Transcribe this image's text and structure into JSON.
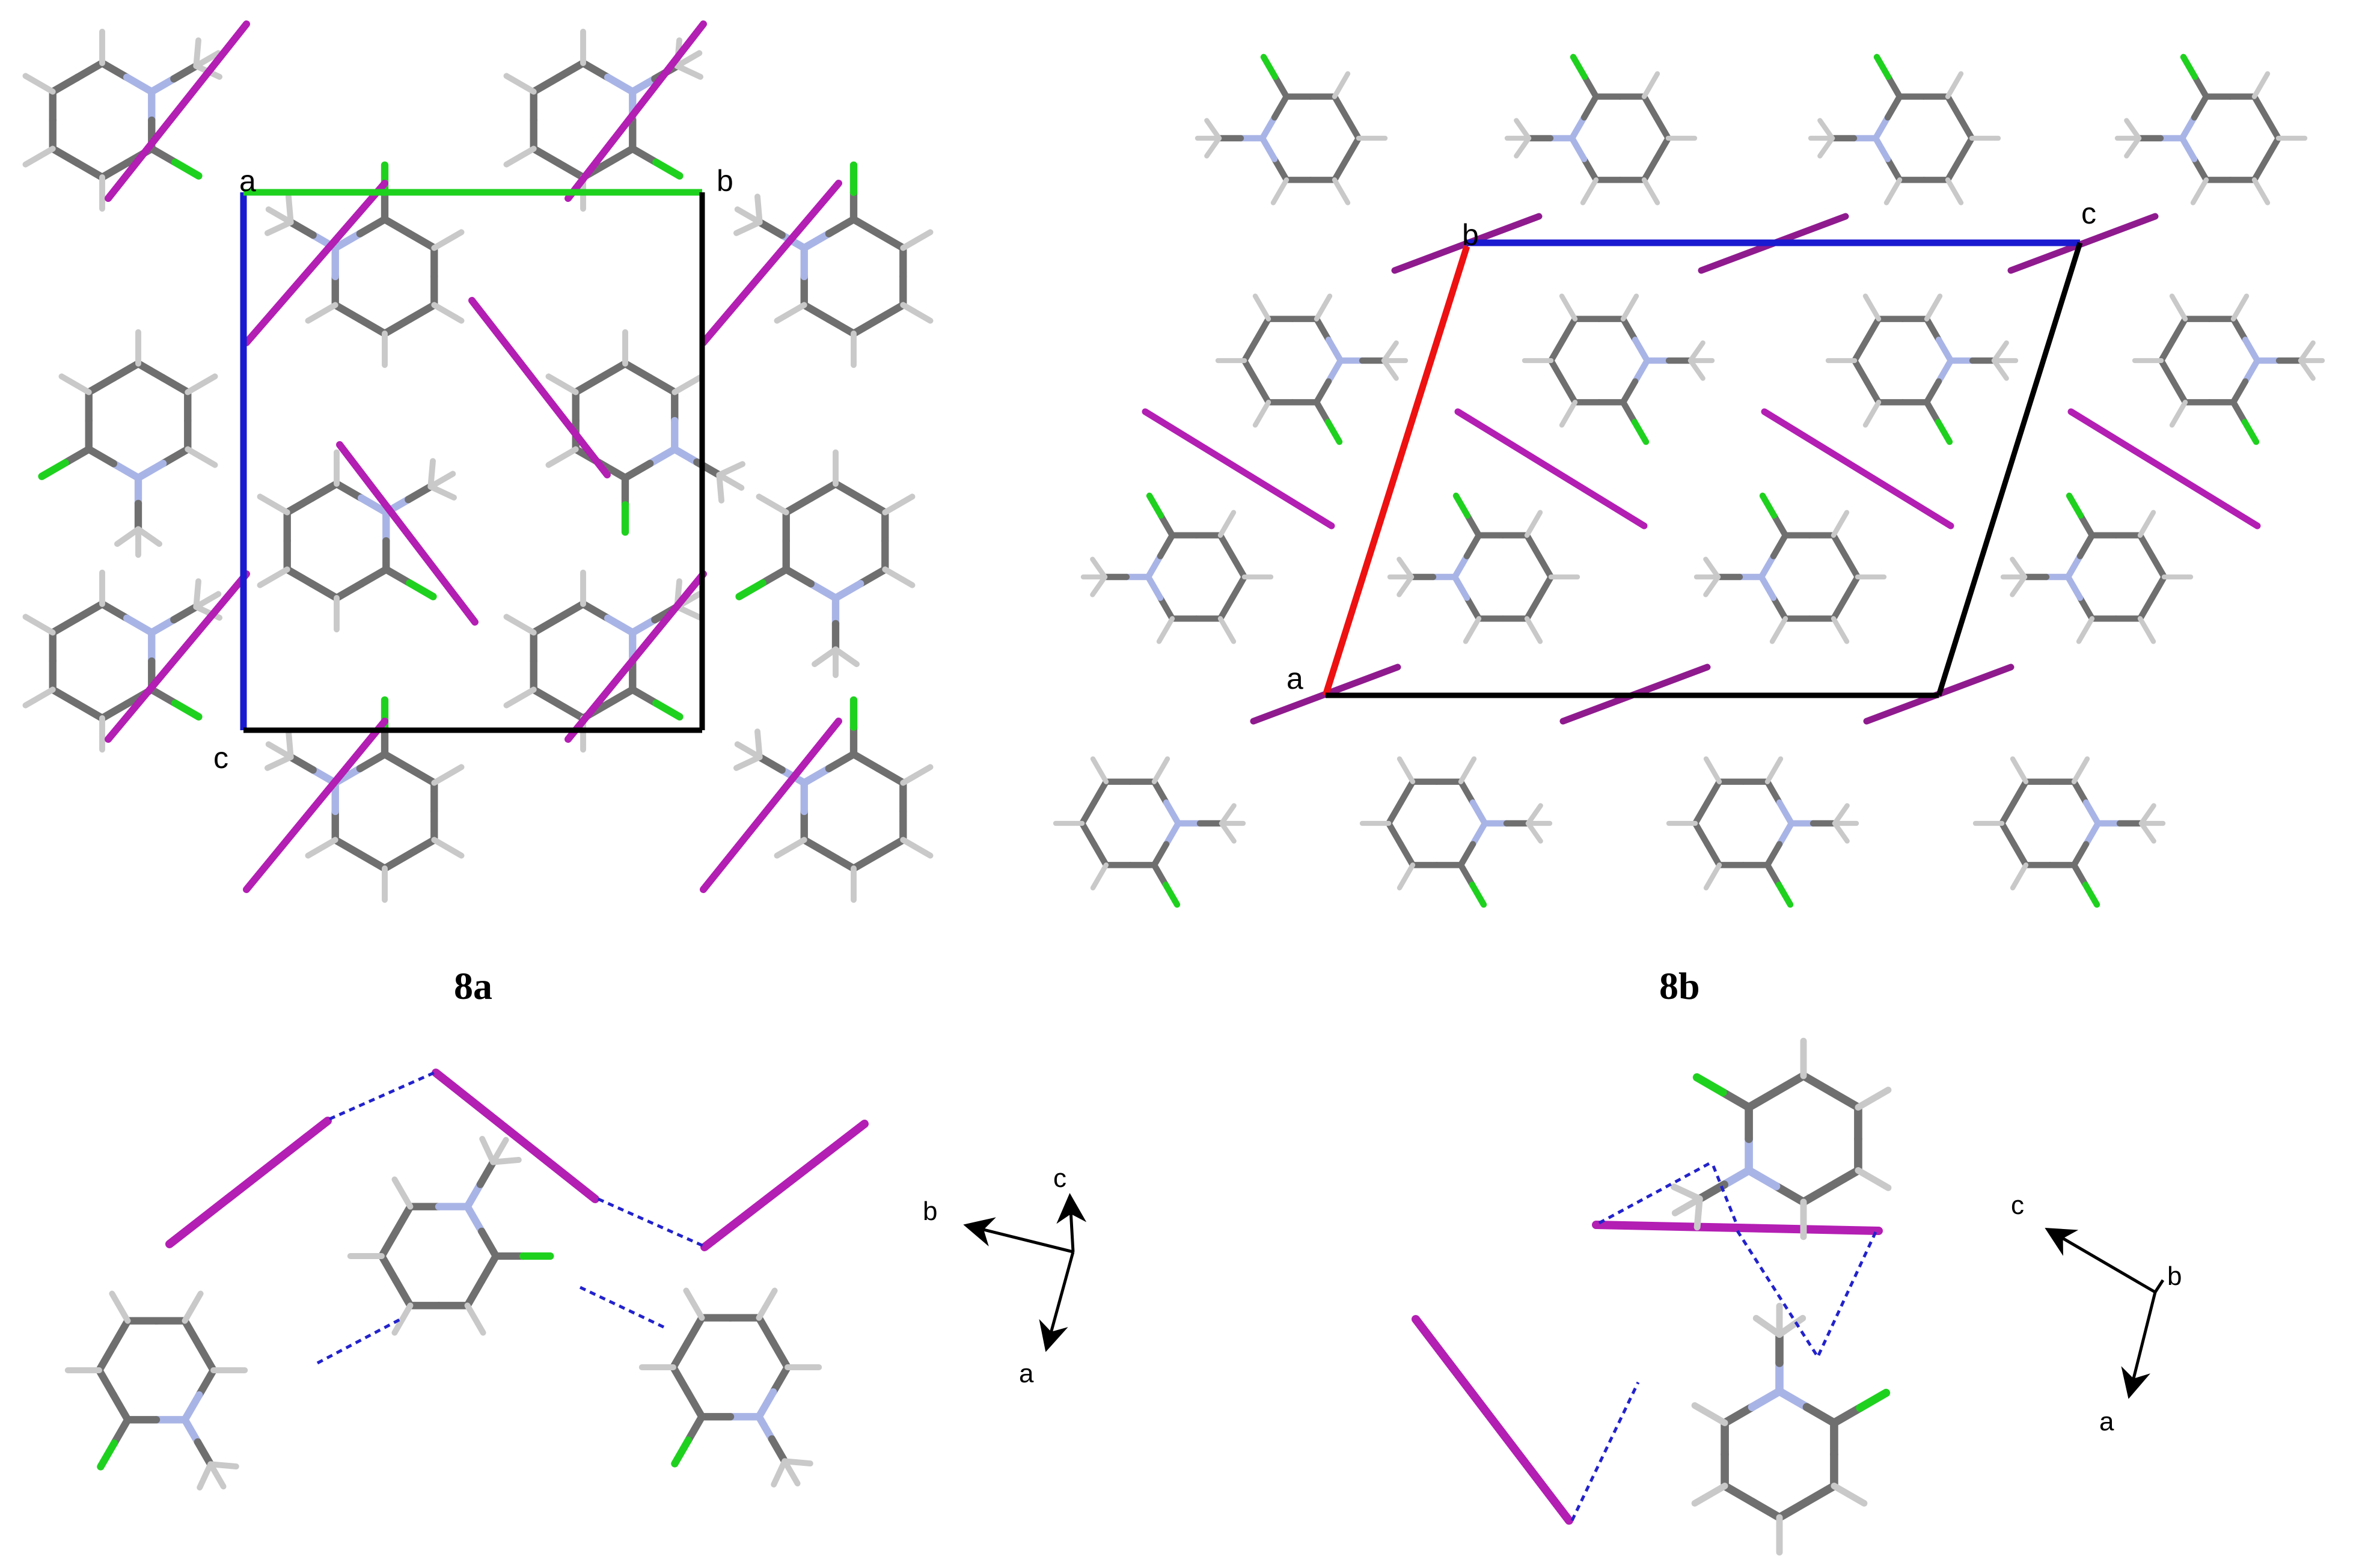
{
  "panels": [
    {
      "id": "8a",
      "label": "8a",
      "cell_labels": [
        "a",
        "b",
        "c"
      ]
    },
    {
      "id": "8b",
      "label": "8b",
      "cell_labels": [
        "b",
        "c",
        "a"
      ]
    }
  ],
  "axes_c": {
    "labels": [
      "b",
      "c",
      "a"
    ]
  },
  "axes_d": {
    "labels": [
      "c",
      "b",
      "a"
    ]
  },
  "colors": {
    "anion": "#b31eb3",
    "anion_dark": "#8e1a8e",
    "carbon": "#6f6f6f",
    "hydrogen": "#c9c9c9",
    "nitrogen": "#a9b4e6",
    "chlorine": "#1fd11f",
    "hbond": "#2222cc",
    "cell_a_axis": "#1a1ad0",
    "cell_b_axis": "#1fd11f",
    "cell_red": "#ee1111",
    "cell_black": "#000000"
  }
}
